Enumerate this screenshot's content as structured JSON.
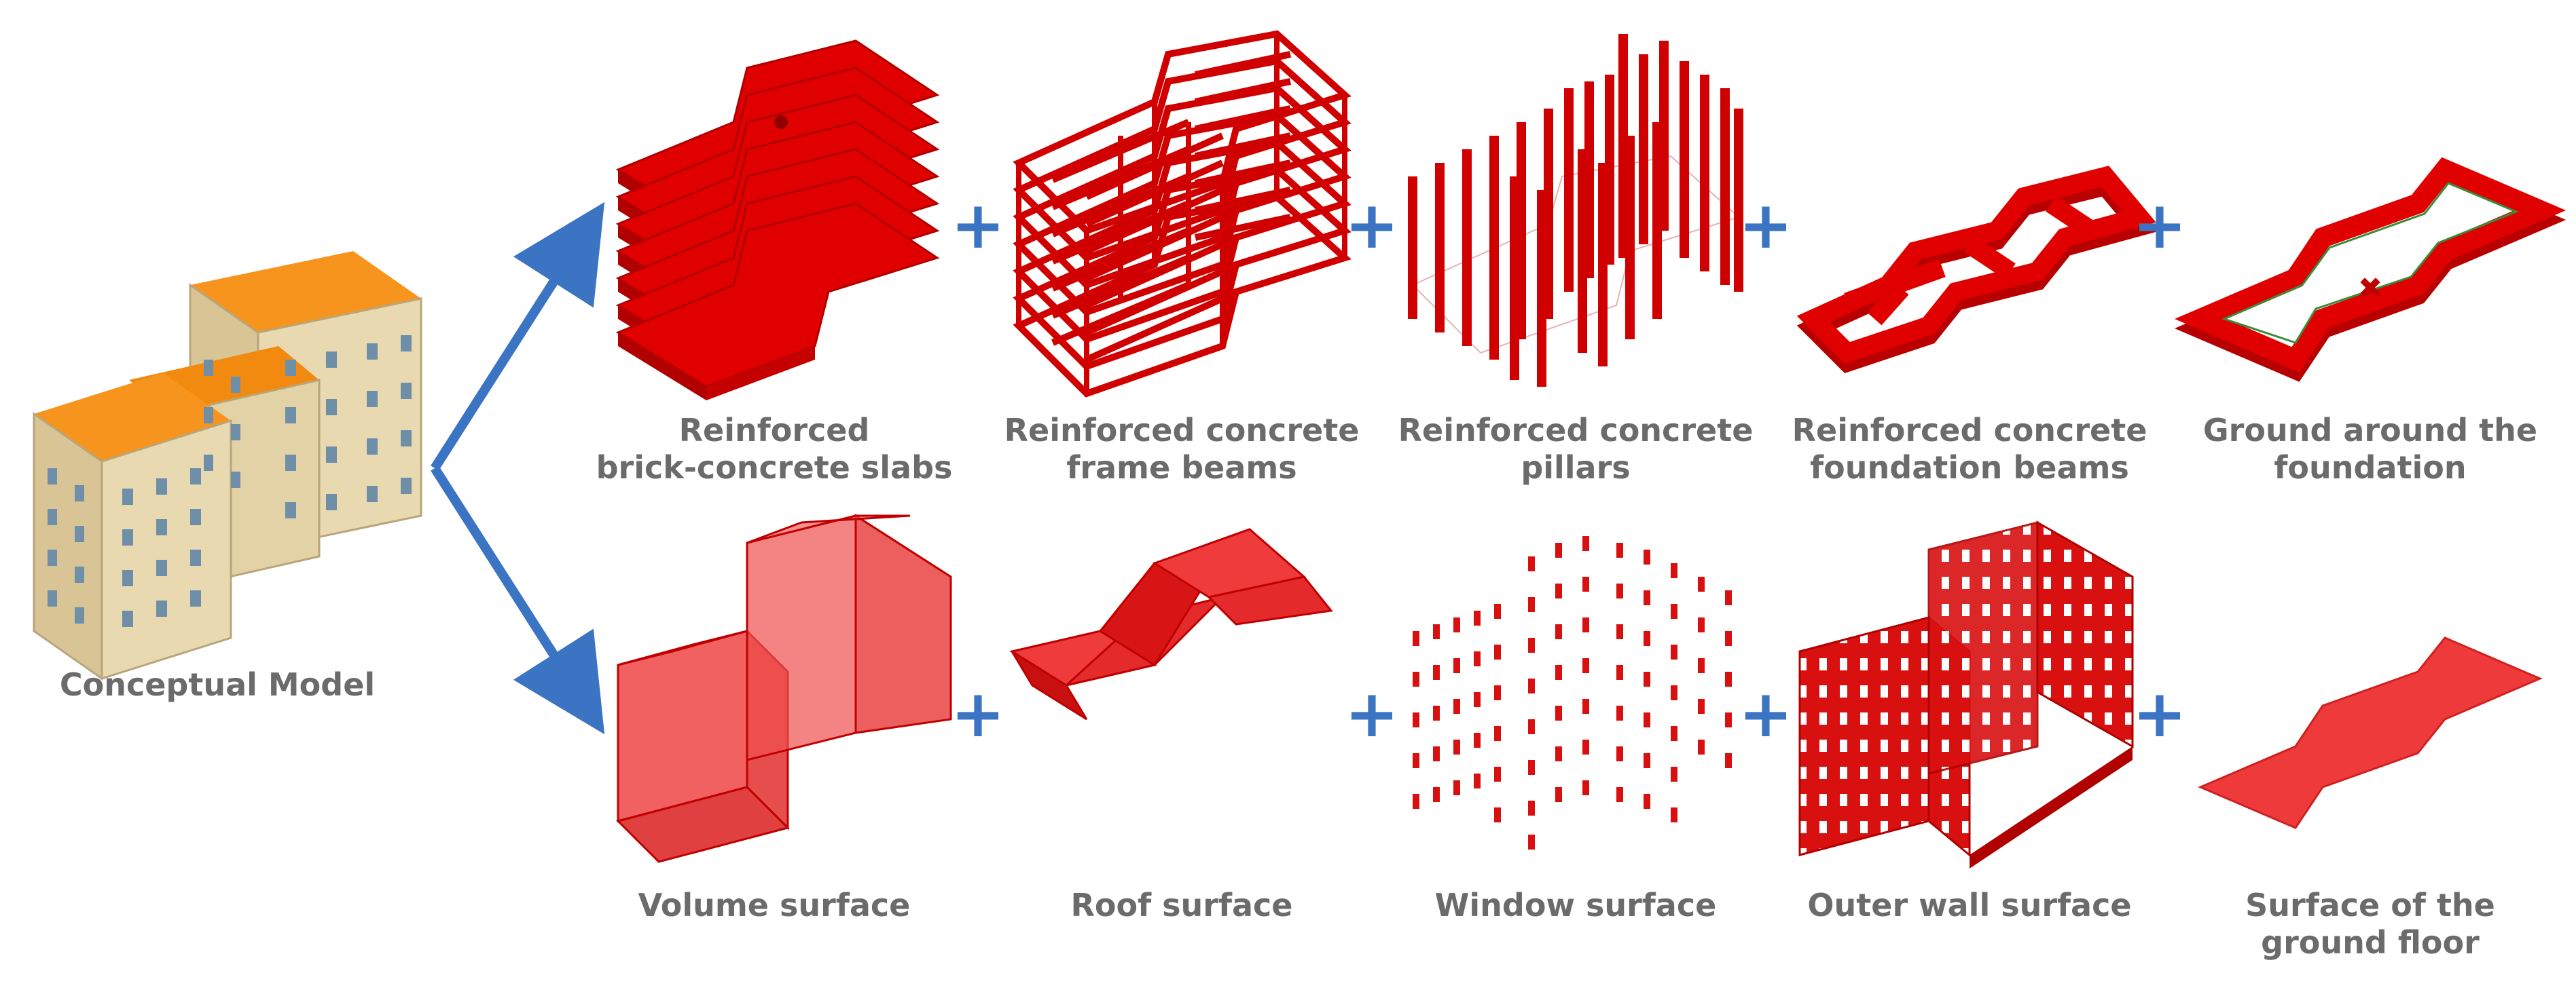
{
  "conceptual_model": {
    "label": "Conceptual Model"
  },
  "structural_row": [
    {
      "label_lines": [
        "Reinforced",
        "brick-concrete slabs"
      ]
    },
    {
      "label_lines": [
        "Reinforced concrete",
        "frame beams"
      ]
    },
    {
      "label_lines": [
        "Reinforced concrete",
        "pillars"
      ]
    },
    {
      "label_lines": [
        "Reinforced concrete",
        "foundation beams"
      ]
    },
    {
      "label_lines": [
        "Ground around the",
        "foundation"
      ]
    }
  ],
  "surface_row": [
    {
      "label_lines": [
        "Volume surface"
      ]
    },
    {
      "label_lines": [
        "Roof surface"
      ]
    },
    {
      "label_lines": [
        "Window surface"
      ]
    },
    {
      "label_lines": [
        "Outer wall surface"
      ]
    },
    {
      "label_lines": [
        "Surface of the",
        "ground floor"
      ]
    }
  ],
  "plus_symbol": "+",
  "colors": {
    "component_red": "#e00000",
    "surface_red": "#ee3a3a",
    "arrow_blue": "#3a74c2",
    "roof_orange": "#f7941d",
    "wall_beige": "#e9d9b0"
  }
}
